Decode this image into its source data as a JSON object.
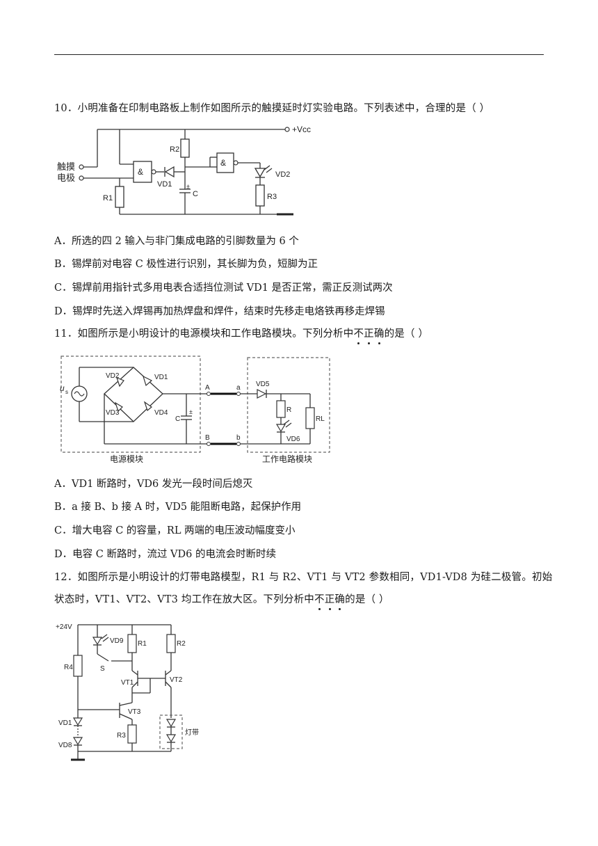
{
  "q10": {
    "stem": "10．小明准备在印制电路板上制作如图所示的触摸延时灯实验电路。下列表述中，合理的是（    ）",
    "options": [
      "A．所选的四 2 输入与非门集成电路的引脚数量为 6 个",
      "B．锡焊前对电容 C 极性进行识别，其长脚为负，短脚为正",
      "C．锡焊前用指针式多用电表合适挡位测试 VD1 是否正常，需正反测试两次",
      "D．锡焊时先送入焊锡再加热焊盘和焊件，结束时先移走电烙铁再移走焊锡"
    ],
    "figure": {
      "vcc": "+Vcc",
      "touch1": "触摸",
      "touch2": "电极",
      "r1": "R1",
      "r2": "R2",
      "r3": "R3",
      "vd1": "VD1",
      "vd2": "VD2",
      "c": "C",
      "plus": "±",
      "and1": "&",
      "and2": "&"
    }
  },
  "q11": {
    "stem_pre": "11．如图所示是小明设计的电源模块和工作电路模块。下列分析中",
    "stem_emph": [
      "不",
      "正",
      "确"
    ],
    "stem_post": "的是（    ）",
    "options": [
      "A．VD1 断路时，VD6 发光一段时间后熄灭",
      "B．a 接 B、b 接 A 时，VD5 能阻断电路，起保护作用",
      "C．增大电容 C 的容量，RL 两端的电压波动幅度变小",
      "D．电容 C 断路时，流过 VD6 的电流会时断时续"
    ],
    "figure": {
      "us": "u",
      "us_sub": "s",
      "vd1": "VD1",
      "vd2": "VD2",
      "vd3": "VD3",
      "vd4": "VD4",
      "vd5": "VD5",
      "vd6": "VD6",
      "c": "C",
      "plus": "±",
      "r": "R",
      "rl": "RL",
      "A": "A",
      "a": "a",
      "B": "B",
      "b": "b",
      "power_module": "电源模块",
      "work_module": "工作电路模块"
    }
  },
  "q12": {
    "stem_line1": "12．如图所示是小明设计的灯带电路模型，R1 与 R2、VT1 与 VT2 参数相同，VD1-VD8 为硅二极管。初始",
    "stem_line2_pre": "状态时，VT1、VT2、VT3 均工作在放大区。下列分析中",
    "stem_emph": [
      "不",
      "正",
      "确"
    ],
    "stem_post": "的是（    ）",
    "figure": {
      "v24": "+24V",
      "vd9": "VD9",
      "r1": "R1",
      "r2": "R2",
      "r3": "R3",
      "r4": "R4",
      "s": "S",
      "vt1": "VT1",
      "vt2": "VT2",
      "vt3": "VT3",
      "vd1": "VD1",
      "vd8": "VD8",
      "strip": "灯带"
    }
  }
}
